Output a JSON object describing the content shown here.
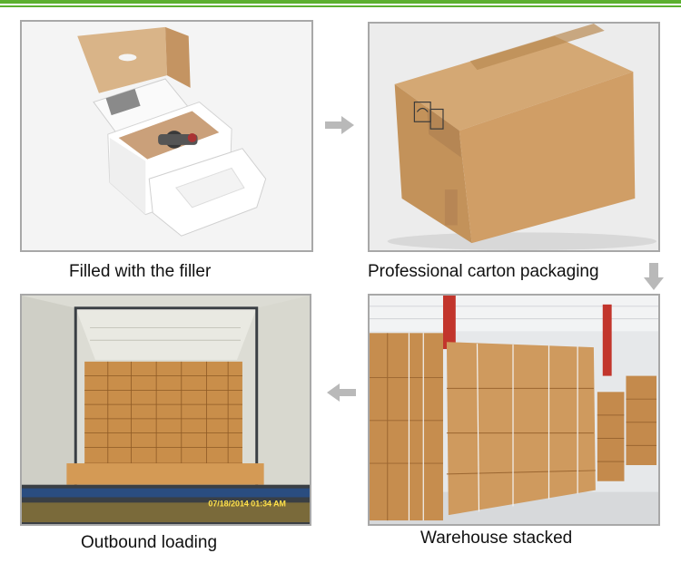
{
  "captions": {
    "filled": "Filled with the filler",
    "packaging": "Professional carton packaging",
    "outbound": "Outbound loading",
    "warehouse": "Warehouse stacked"
  },
  "photo_text": {
    "timestamp": "07/18/2014 01:34 AM"
  },
  "colors": {
    "top_line": "#5cb02f",
    "panel_border": "#a8a8a8",
    "arrow": "#b9b9b9",
    "carton": "#c89a62"
  },
  "icons": [
    "arrow-right-icon",
    "arrow-down-icon",
    "arrow-left-icon"
  ]
}
